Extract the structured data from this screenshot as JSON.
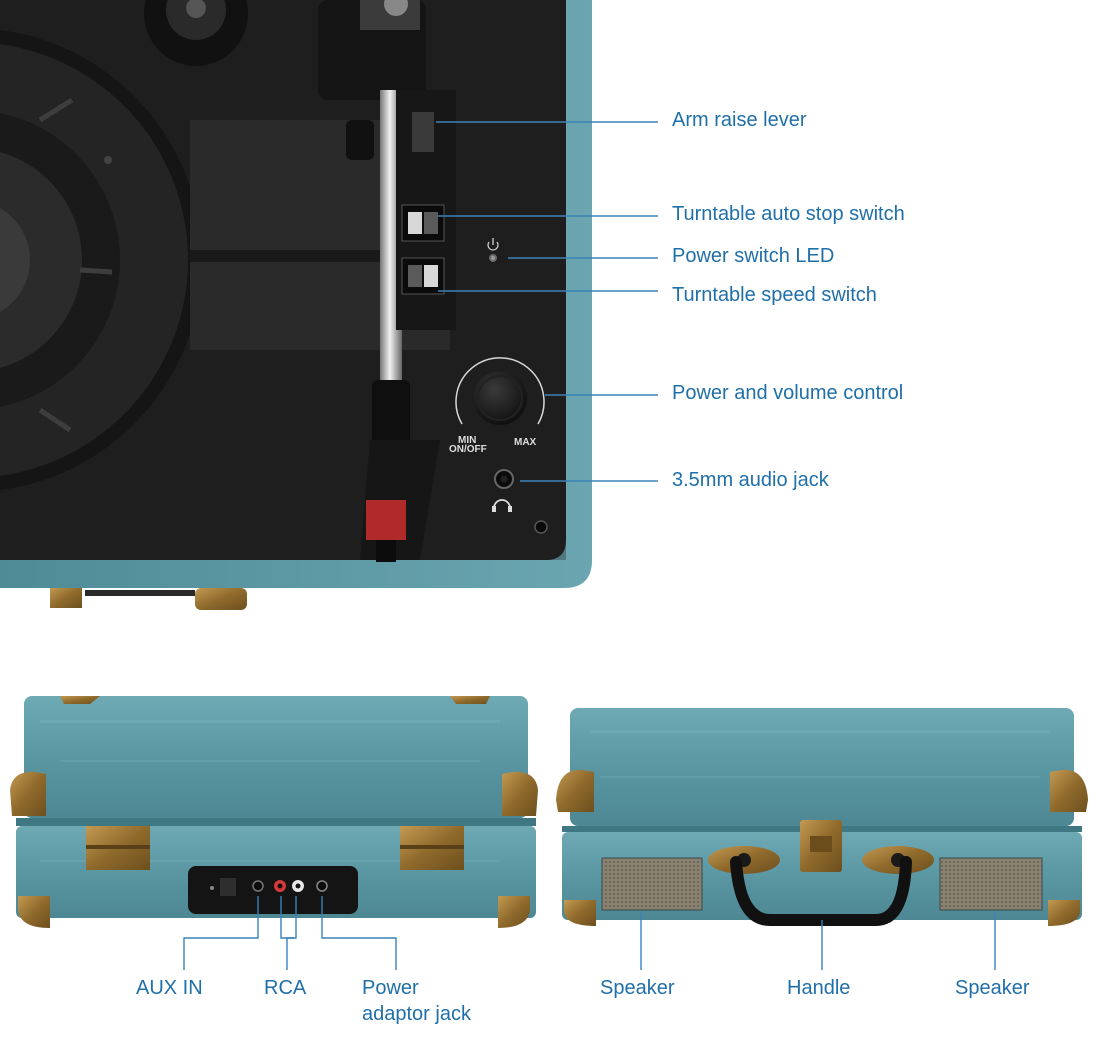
{
  "colors": {
    "accent_text": "#1f6fa8",
    "leader_line": "#3a82b8",
    "case_teal": "#5d9aa6",
    "case_teal_dark": "#4a8490",
    "deck_black": "#1b1b1b",
    "brass": "#a27a3a"
  },
  "panel_labels": {
    "min": "MIN",
    "on_off": "ON/OFF",
    "max": "MAX"
  },
  "icons": {
    "power_symbol": "power-icon",
    "headphone_symbol": "headphone-icon"
  },
  "top_callouts": [
    "Arm raise lever",
    "Turntable auto stop switch",
    "Power switch LED",
    "Turntable speed switch",
    "Power and volume control",
    "3.5mm audio jack"
  ],
  "back_callouts": {
    "aux_in": "AUX IN",
    "rca": "RCA",
    "power_line1": "Power",
    "power_line2": "adaptor jack"
  },
  "front_callouts": {
    "speaker_left": "Speaker",
    "handle": "Handle",
    "speaker_right": "Speaker"
  }
}
